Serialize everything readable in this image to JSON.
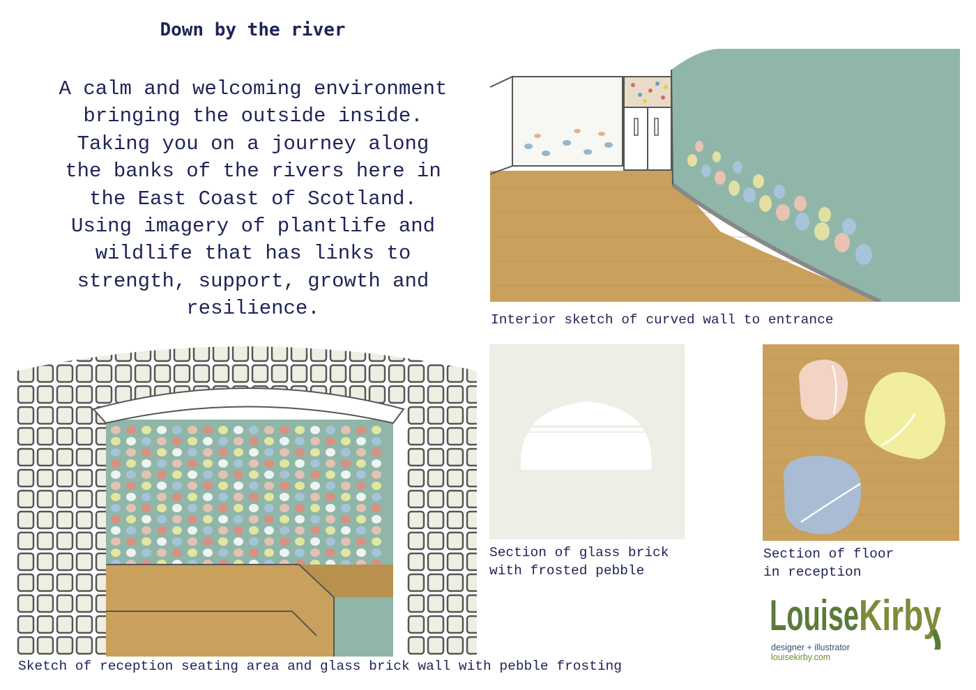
{
  "heading": "Down by the river",
  "intro_lines": [
    "A calm and welcoming environment",
    "bringing the outside inside.",
    "Taking you on a journey along",
    "the banks of the rivers here in",
    "the East Coast of Scotland.",
    "Using imagery of plantlife and",
    "wildlife that has links to",
    "strength, support, growth and",
    "resilience."
  ],
  "captions": {
    "interior": "Interior sketch of curved wall to entrance",
    "glass_brick_line1": "Section of glass brick",
    "glass_brick_line2": "with frosted pebble",
    "floor_line1": "Section of floor",
    "floor_line2": "in reception",
    "reception": "Sketch of reception seating area and glass brick wall with pebble frosting"
  },
  "logo": {
    "first": "Louise",
    "last": "Kirby",
    "tagline": "designer + illustrator",
    "website": "louisekirby.com"
  },
  "colors": {
    "text_navy": "#1e2456",
    "wall_teal": "#8fb6a8",
    "floor_wood": "#c9a15c",
    "frost_bg": "#eeeee6",
    "logo_green": "#5a7a3a"
  }
}
